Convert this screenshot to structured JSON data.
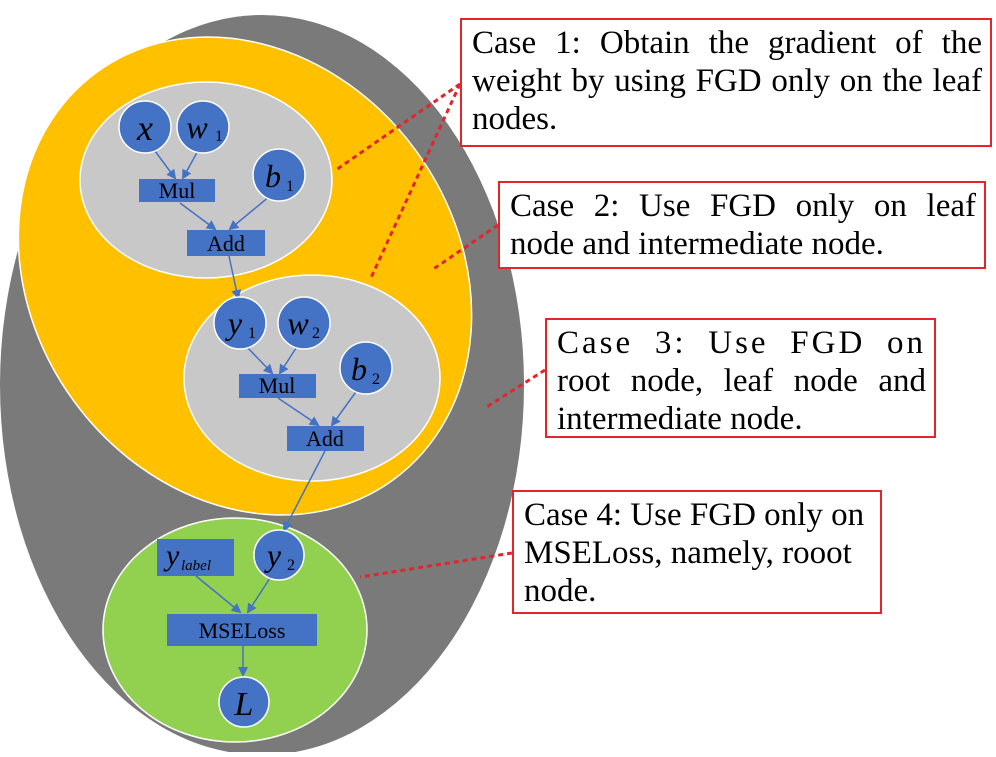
{
  "colors": {
    "outer_ellipse": "#7a7a7a",
    "orange_region": "#ffc000",
    "gray_layer": "#c8c8c8",
    "green_layer": "#92d050",
    "node_fill": "#4472c4",
    "arrow": "#4472c4",
    "callout_border": "#e3242b",
    "leader_line": "#e3242b"
  },
  "nodes": {
    "x": "x",
    "w1": "w",
    "w1_sub": "1",
    "b1": "b",
    "b1_sub": "1",
    "y1": "y",
    "y1_sub": "1",
    "w2": "w",
    "w2_sub": "2",
    "b2": "b",
    "b2_sub": "2",
    "y2": "y",
    "y2_sub": "2",
    "ylabel": "y",
    "ylabel_sub": "label",
    "L": "L"
  },
  "ops": {
    "mul1": "Mul",
    "add1": "Add",
    "mul2": "Mul",
    "add2": "Add",
    "mseloss": "MSELoss"
  },
  "cases": {
    "case1": "Case 1: Obtain the gradient of the weight by using FGD only on the leaf nodes.",
    "case2": "Case 2: Use FGD only on leaf node and intermediate node.",
    "case3_line1": "Case 3: Use FGD on",
    "case3_rest": "root node, leaf node and intermediate node.",
    "case4": "Case 4: Use FGD only on MSELoss, namely, rooot node."
  }
}
